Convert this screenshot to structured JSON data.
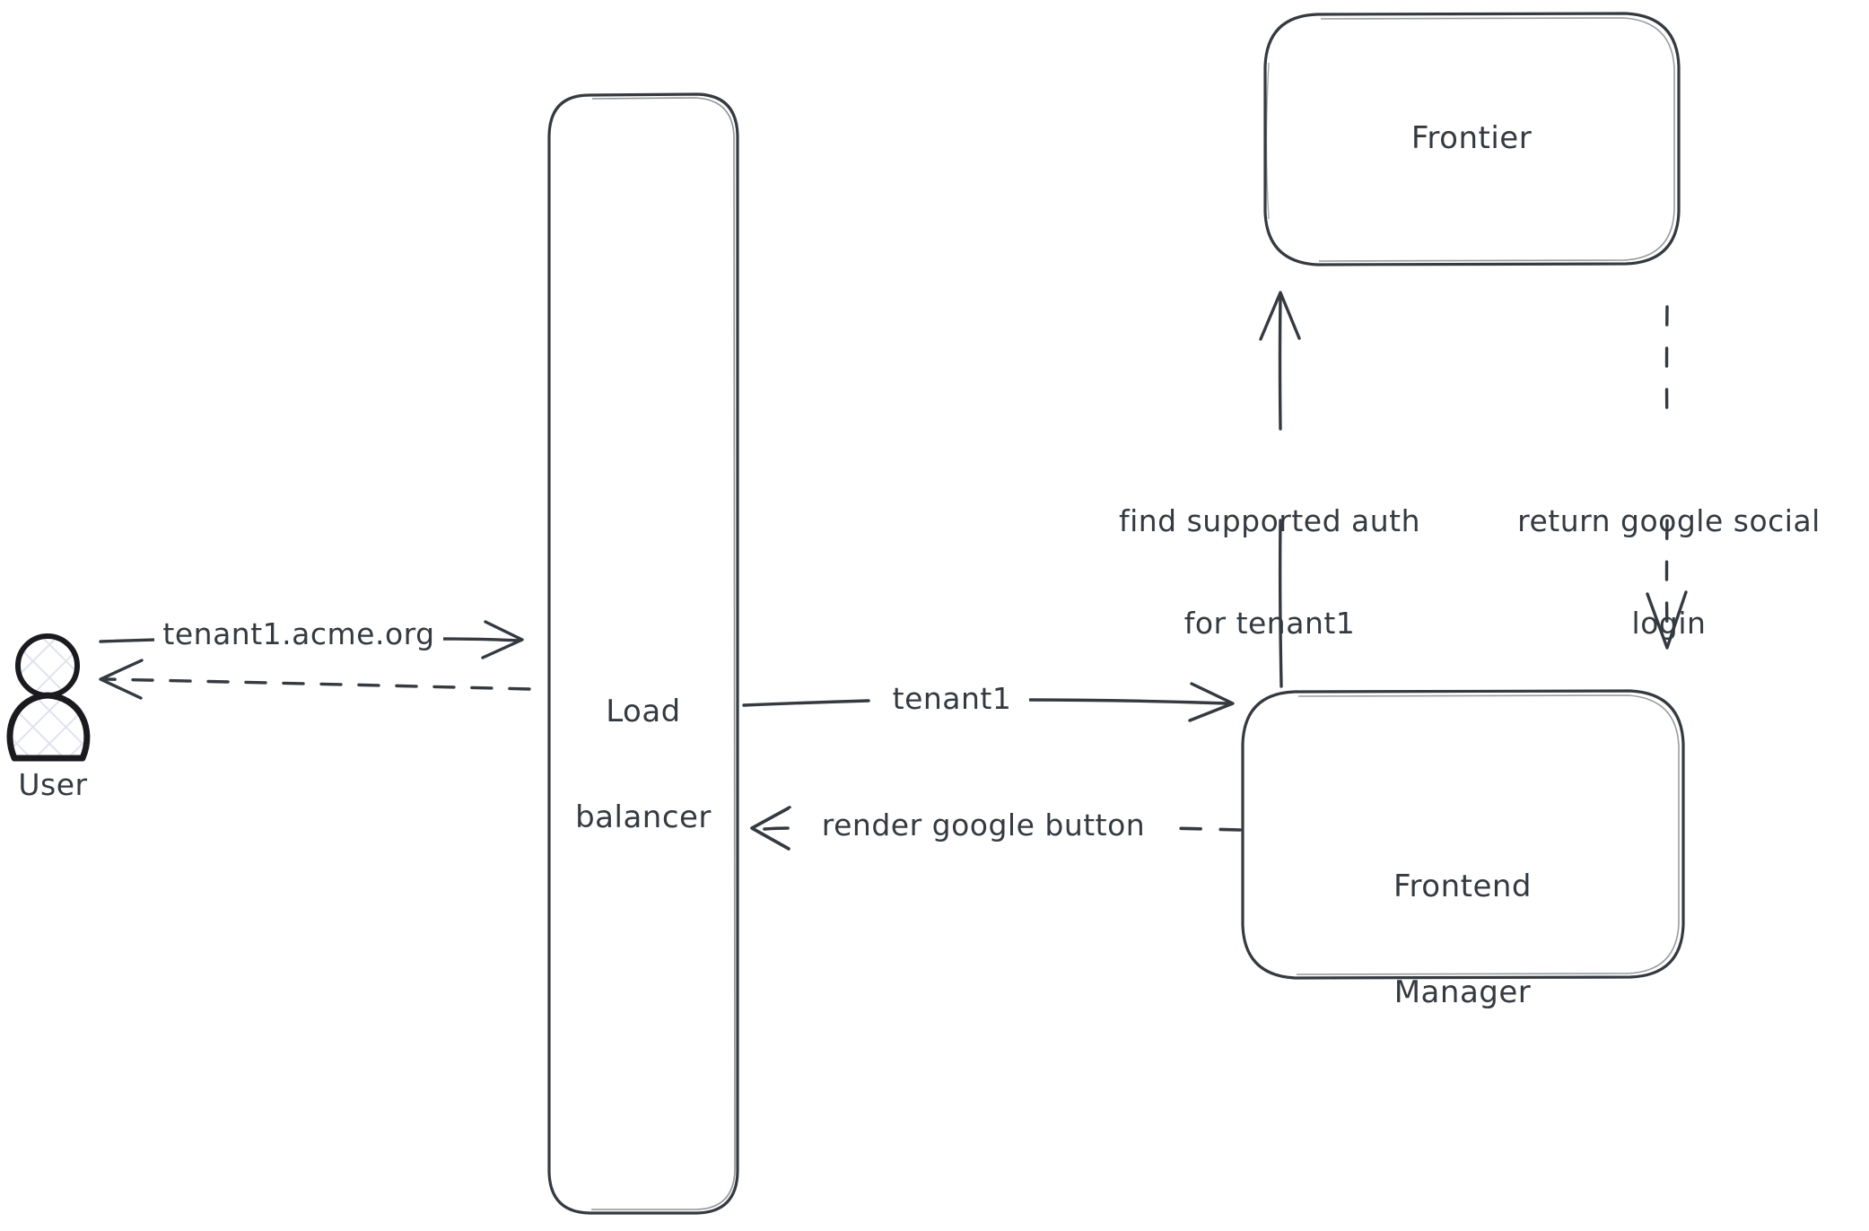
{
  "diagram": {
    "title": "Tenant authentication flow",
    "background_color": "#ffffff",
    "stroke_color": "#343a40",
    "hatch_color": "#dfe3ec"
  },
  "nodes": {
    "user": {
      "label": "User",
      "shape": "actor",
      "fill": "cross-hatch"
    },
    "load_balancer": {
      "label": "Load\nbalancer",
      "shape": "rounded-rect-tall"
    },
    "frontier": {
      "label": "Frontier",
      "shape": "rounded-rect"
    },
    "frontend_manager": {
      "label": "Frontend\nManager",
      "shape": "rounded-rect"
    }
  },
  "edges": [
    {
      "id": "user-to-lb",
      "label": "tenant1.acme.org",
      "from": "user",
      "to": "load_balancer",
      "style": "solid",
      "direction": "right"
    },
    {
      "id": "lb-to-user",
      "label": "",
      "from": "load_balancer",
      "to": "user",
      "style": "dashed",
      "direction": "left"
    },
    {
      "id": "lb-to-fm",
      "label": "tenant1",
      "from": "load_balancer",
      "to": "frontend_manager",
      "style": "solid",
      "direction": "right"
    },
    {
      "id": "fm-to-lb",
      "label": "render google button",
      "from": "frontend_manager",
      "to": "load_balancer",
      "style": "dashed",
      "direction": "left"
    },
    {
      "id": "fm-to-frontier",
      "label": "find supported auth\nfor tenant1",
      "from": "frontend_manager",
      "to": "frontier",
      "style": "solid",
      "direction": "up"
    },
    {
      "id": "frontier-to-fm",
      "label": "return google social\nlogin",
      "from": "frontier",
      "to": "frontend_manager",
      "style": "dashed",
      "direction": "down"
    }
  ],
  "labels": {
    "frontier": "Frontier",
    "load_balancer_line1": "Load",
    "load_balancer_line2": "balancer",
    "frontend_manager_line1": "Frontend",
    "frontend_manager_line2": "Manager",
    "user": "User",
    "tenant_host": "tenant1.acme.org",
    "tenant1": "tenant1",
    "render_google_button": "render google button",
    "find_auth_line1": "find supported auth",
    "find_auth_line2": "for tenant1",
    "return_google_line1": "return google social",
    "return_google_line2": "login"
  }
}
